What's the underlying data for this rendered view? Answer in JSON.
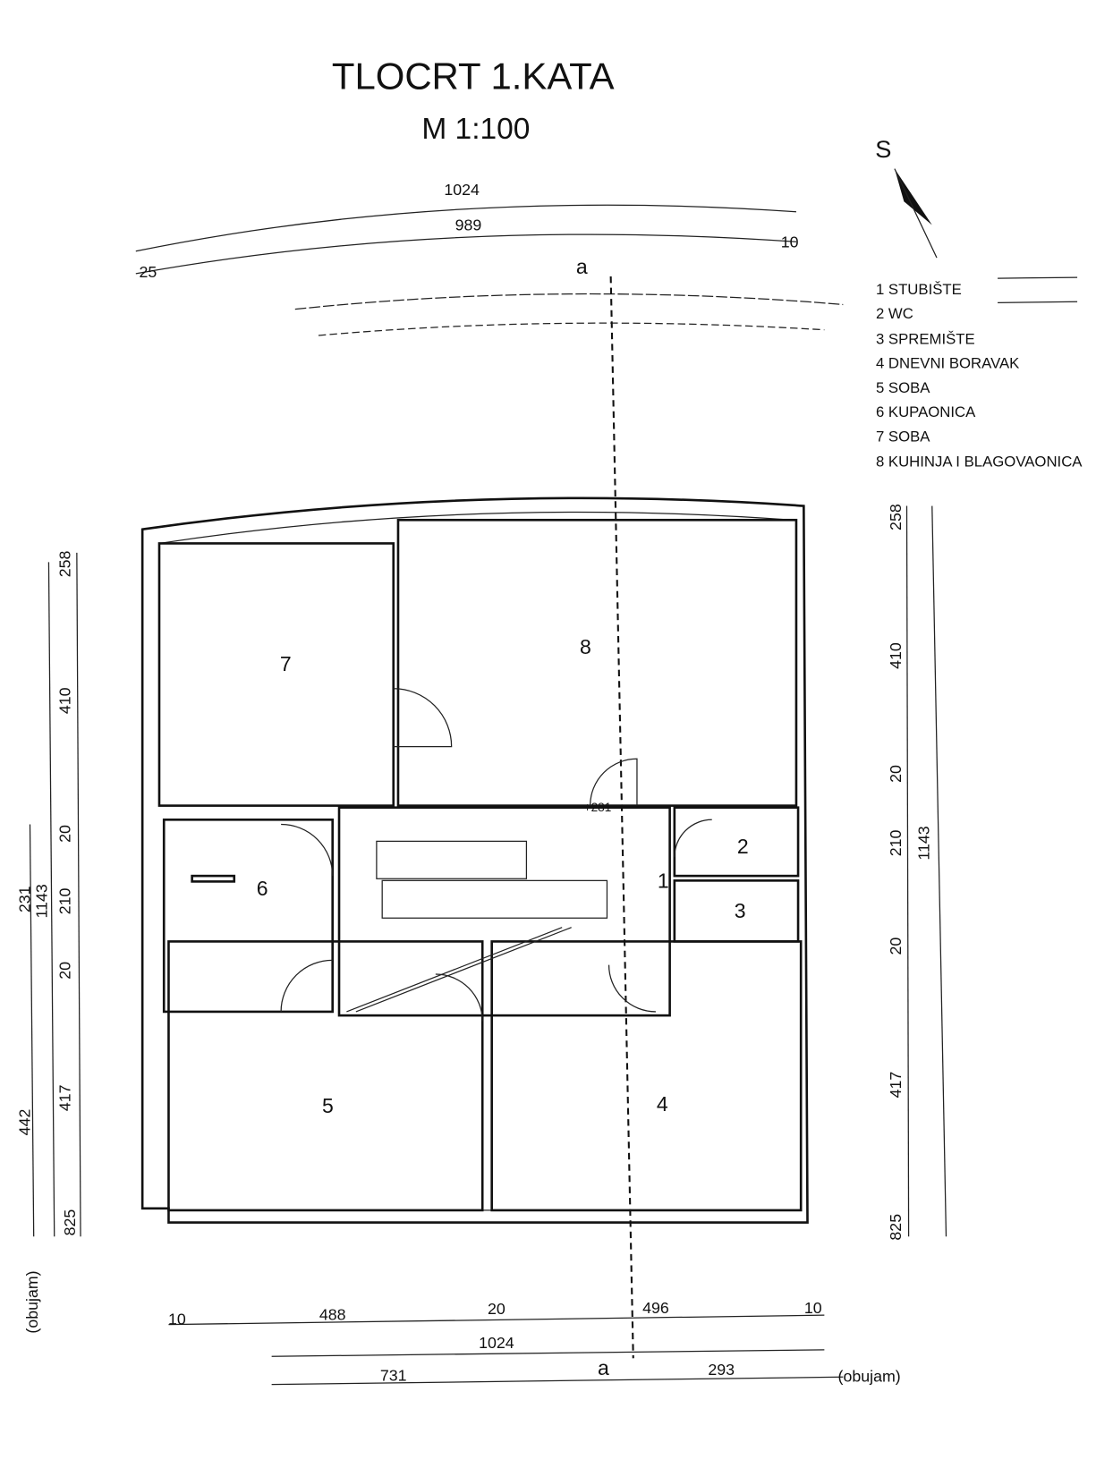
{
  "title": "TLOCRT 1.KATA",
  "scale": "M 1:100",
  "north_label": "S",
  "section_label": "a",
  "elevation": "+281",
  "legend": [
    "1 STUBIŠTE",
    "2 WC",
    "3 SPREMIŠTE",
    "4 DNEVNI BORAVAK",
    "5 SOBA",
    "6 KUPAONICA",
    "7 SOBA",
    "8 KUHINJA I BLAGOVAONICA"
  ],
  "rooms": [
    "1",
    "2",
    "3",
    "4",
    "5",
    "6",
    "7",
    "8"
  ],
  "dims": {
    "top_total": "1024",
    "top_inner": "989",
    "top_left": "25",
    "top_right": "10",
    "right": [
      "258",
      "410",
      "20",
      "210",
      "20",
      "417",
      "825"
    ],
    "right_total": "1143",
    "left": [
      "258",
      "410",
      "20",
      "210",
      "20",
      "417",
      "825"
    ],
    "left_total": "1143",
    "left_outer": [
      "231",
      "442"
    ],
    "left_note": "(obujam)",
    "bottom": [
      "10",
      "488",
      "20",
      "496",
      "10"
    ],
    "bottom_total": "1024",
    "bottom_outer": [
      "731",
      "293"
    ],
    "bottom_note": "(obujam)"
  }
}
